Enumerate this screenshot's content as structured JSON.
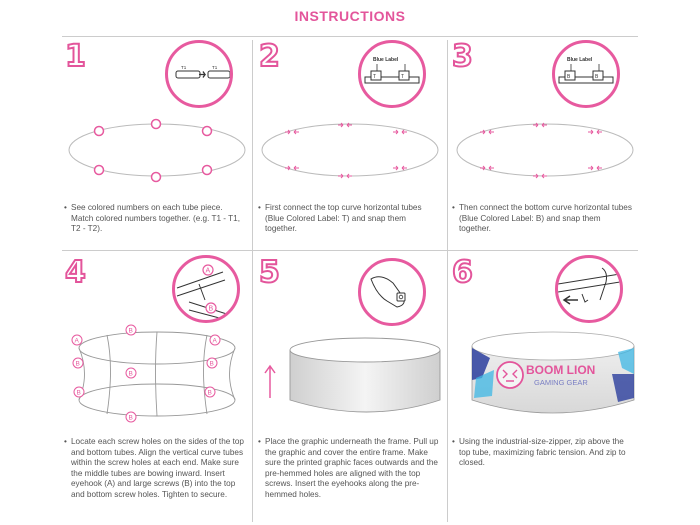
{
  "title": "INSTRUCTIONS",
  "colors": {
    "accent": "#e3559b",
    "text": "#555555",
    "divider": "#cccccc"
  },
  "steps": [
    {
      "number": "1",
      "tags": {
        "a": "T1",
        "b": "T1"
      },
      "text": "See colored numbers on each tube piece. Match colored numbers together. (e.g. T1 - T1, T2 - T2)."
    },
    {
      "number": "2",
      "label": "Blue Label",
      "tags": {
        "a": "T",
        "b": "T"
      },
      "text": "First connect the top curve horizontal tubes (Blue Colored Label: T) and snap them together."
    },
    {
      "number": "3",
      "label": "Blue Label",
      "tags": {
        "a": "B",
        "b": "B"
      },
      "text": "Then connect the bottom curve horizontal tubes (Blue Colored Label: B) and snap them together."
    },
    {
      "number": "4",
      "markers": {
        "a": "A",
        "b": "B"
      },
      "text": "Locate each screw holes on the sides of the top and bottom tubes. Align the vertical curve tubes within the screw holes at each end. Make sure the middle tubes are bowing inward. Insert eyehook (A) and large screws (B) into the top and bottom screw holes. Tighten to secure."
    },
    {
      "number": "5",
      "text": "Place the graphic underneath the frame. Pull up the graphic and cover the entire frame. Make sure the printed graphic faces outwards and the pre-hemmed holes are aligned with the top screws. Insert the eyehooks along the pre-hemmed holes."
    },
    {
      "number": "6",
      "brand": {
        "name": "BOOM LION",
        "tagline": "GAMING GEAR"
      },
      "text": "Using the industrial-size-zipper, zip above the top tube, maximizing fabric tension. And zip to closed."
    }
  ]
}
